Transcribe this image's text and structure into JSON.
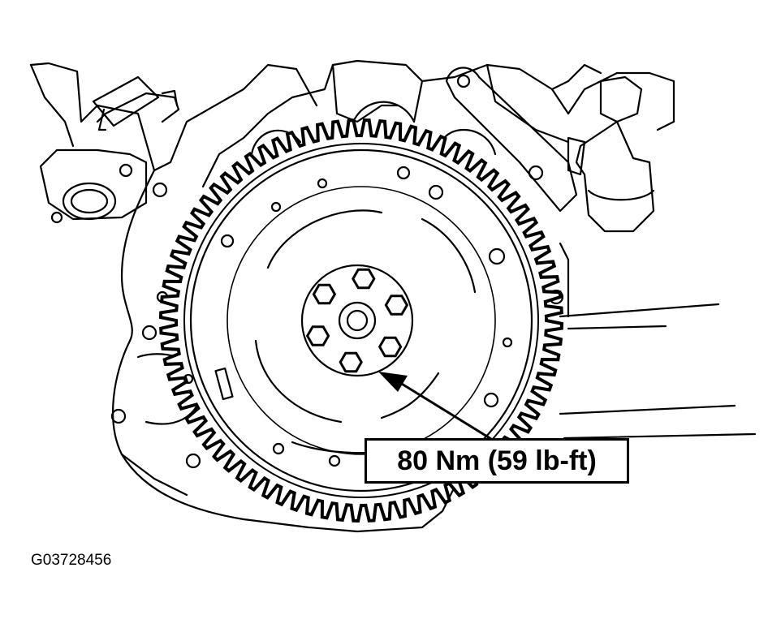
{
  "torque_callout": "80 Nm (59 lb-ft)",
  "figure_id": "G03728456",
  "flywheel": {
    "ring_gear_teeth": 80,
    "flywheel_bolts": 6
  },
  "colors": {
    "line": "#000000",
    "background": "#ffffff"
  }
}
